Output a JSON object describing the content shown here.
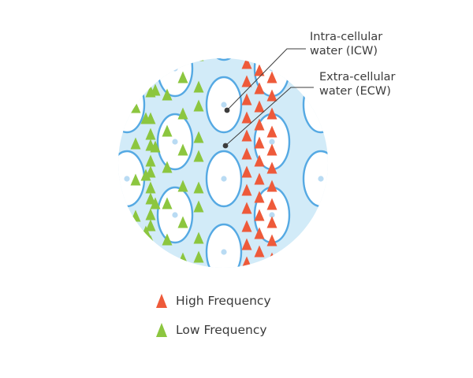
{
  "callouts": {
    "icw_line1": "Intra-cellular",
    "icw_line2": "water (ICW)",
    "ecw_line1": "Extra-cellular",
    "ecw_line2": "water (ECW)"
  },
  "legend": {
    "high_label": "High Frequency",
    "low_label": "Low Frequency"
  },
  "colors": {
    "background_fluid": "#d2ebf8",
    "cell_outline": "#55a9e3",
    "cell_fill": "#ffffff",
    "nucleus": "#b9dbf3",
    "high_frequency": "#ee5a3a",
    "low_frequency": "#8cc63f",
    "leader_line": "#3c3c3c"
  }
}
